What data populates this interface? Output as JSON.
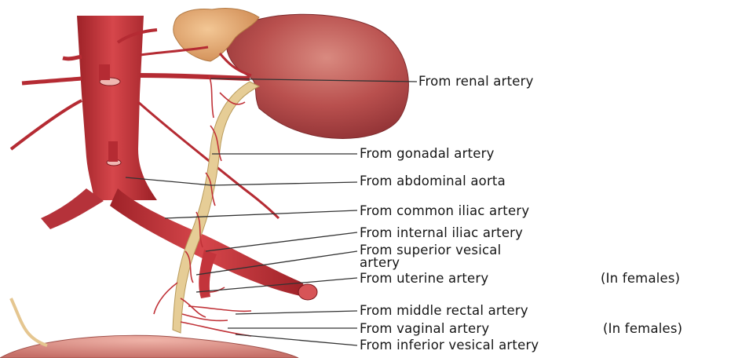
{
  "colors": {
    "artery": "#c6343a",
    "artery_dark": "#8e1c22",
    "artery_light": "#e3666a",
    "kidney": "#b8494a",
    "kidney_light": "#cf7a73",
    "ureter": "#e2c88e",
    "ureter_edge": "#b89a5a",
    "adrenal": "#e7ad73",
    "bladder": "#d98d86",
    "leader": "#333333"
  },
  "labels": {
    "renal": "From renal artery",
    "gonadal": "From gonadal artery",
    "abdominal_aorta": "From abdominal aorta",
    "common_iliac": "From common iliac artery",
    "internal_iliac": "From internal iliac artery",
    "superior_vesical_1": "From superior vesical",
    "superior_vesical_2": "artery",
    "uterine": "From uterine artery",
    "uterine_note": "(In females)",
    "middle_rectal": "From middle rectal artery",
    "vaginal": "From vaginal artery",
    "vaginal_note": "(In females)",
    "inferior_vesical": "From inferior vesical artery"
  }
}
